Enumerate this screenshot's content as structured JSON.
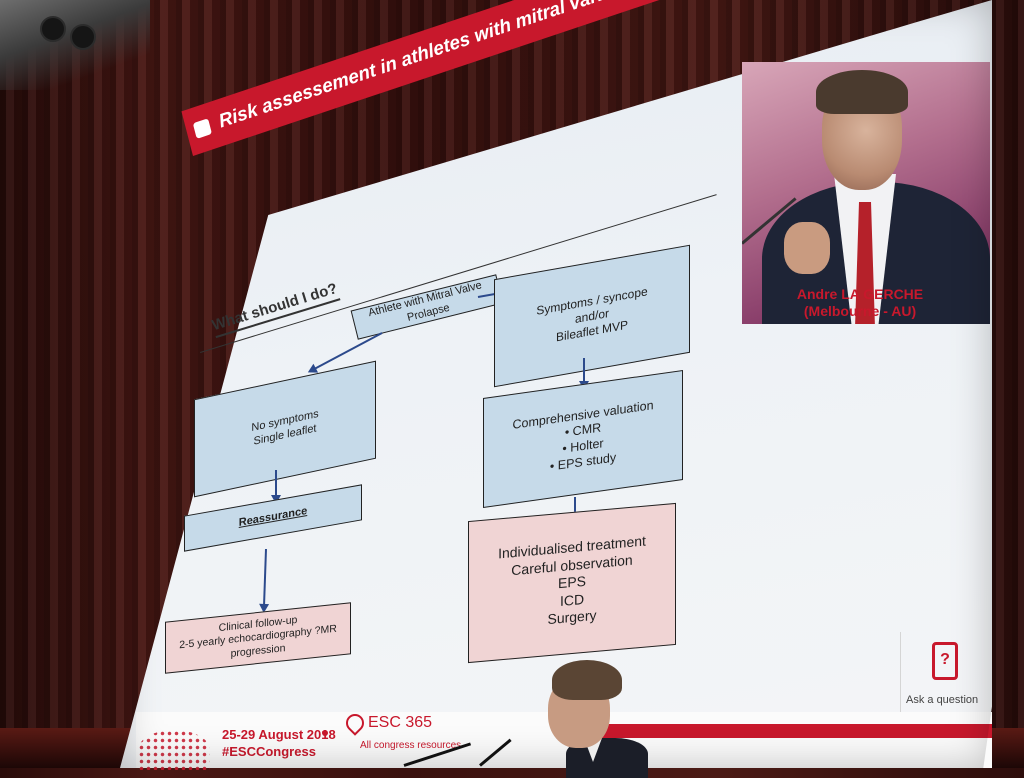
{
  "slide": {
    "title": "Risk assessement in athletes with mitral valve prolapse and ventricular arrhythmias",
    "heading": "What should I do?",
    "root": "Athlete with Mitral Valve Prolapse",
    "left_box_1": [
      "No symptoms",
      "Single leaflet"
    ],
    "left_box_2": "Reassurance",
    "left_box_3": [
      "Clinical follow-up",
      "2-5 yearly echocardiography ?MR progression"
    ],
    "right_box_1": [
      "Symptoms / syncope",
      "and/or",
      "Bileaflet MVP"
    ],
    "right_box_2": [
      "Comprehensive valuation",
      "• CMR",
      "• Holter",
      "• EPS study"
    ],
    "right_box_3": [
      "Individualised treatment",
      "Careful observation",
      "EPS",
      "ICD",
      "Surgery"
    ]
  },
  "speaker": {
    "name": "Andre LA GERCHE",
    "location": "(Melbourne - AU)"
  },
  "footer": {
    "dates": "25-29 August 2018",
    "hashtag": "#ESCCongress",
    "esc_logo": "ESC 365",
    "esc_sub": "All congress resources",
    "ask": "Ask a question"
  },
  "colors": {
    "accent": "#c8182c",
    "box_blue": "#c6dae9",
    "box_pink": "#f0d4d4",
    "arrow": "#2c4a8c"
  },
  "icons": {
    "ask": "phone-question-icon"
  }
}
